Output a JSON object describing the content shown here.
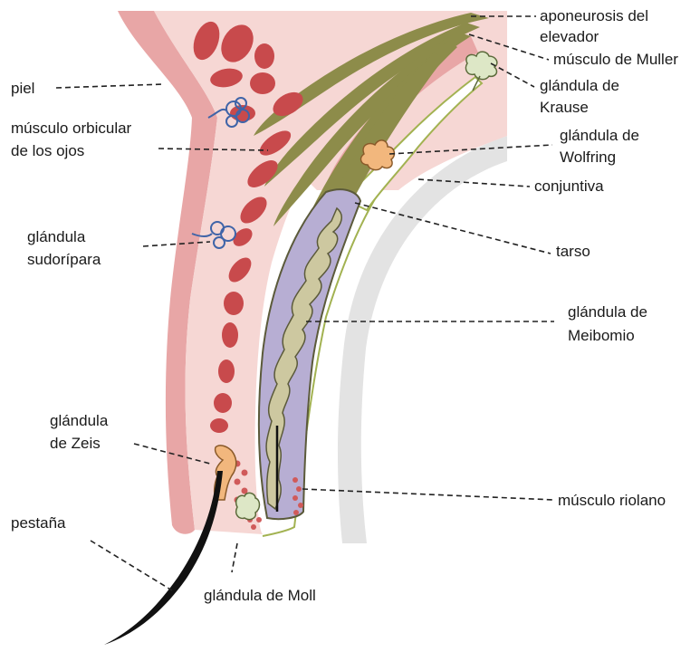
{
  "labels": {
    "piel": "piel",
    "orbicular_1": "músculo orbicular",
    "orbicular_2": "de los ojos",
    "sudoripara_1": "glándula",
    "sudoripara_2": "sudorípara",
    "zeis_1": "glándula",
    "zeis_2": "de Zeis",
    "pestana": "pestaña",
    "moll": "glándula de Moll",
    "aponeurosis_1": "aponeurosis del",
    "aponeurosis_2": "elevador",
    "muller": "músculo de Muller",
    "krause_1": "glándula de",
    "krause_2": "Krause",
    "wolfring_1": "glándula de",
    "wolfring_2": "Wolfring",
    "conjuntiva": "conjuntiva",
    "tarso": "tarso",
    "meibomio_1": "glándula de",
    "meibomio_2": "Meibomio",
    "riolano": "músculo riolano"
  },
  "colors": {
    "skin": "#e8a6a6",
    "dermis": "#f6d7d4",
    "muscle": "#c84a4c",
    "aponeurosis": "#8d8c4a",
    "tarsus": "#b7aed3",
    "meibomian": "#cdc8a0",
    "sweat_gland": "#3f64a8",
    "zeis_gland": "#f2b77d",
    "moll_gland": "#dde7c6",
    "eyeball": "#e3e3e3",
    "leader_line": "#222222"
  }
}
